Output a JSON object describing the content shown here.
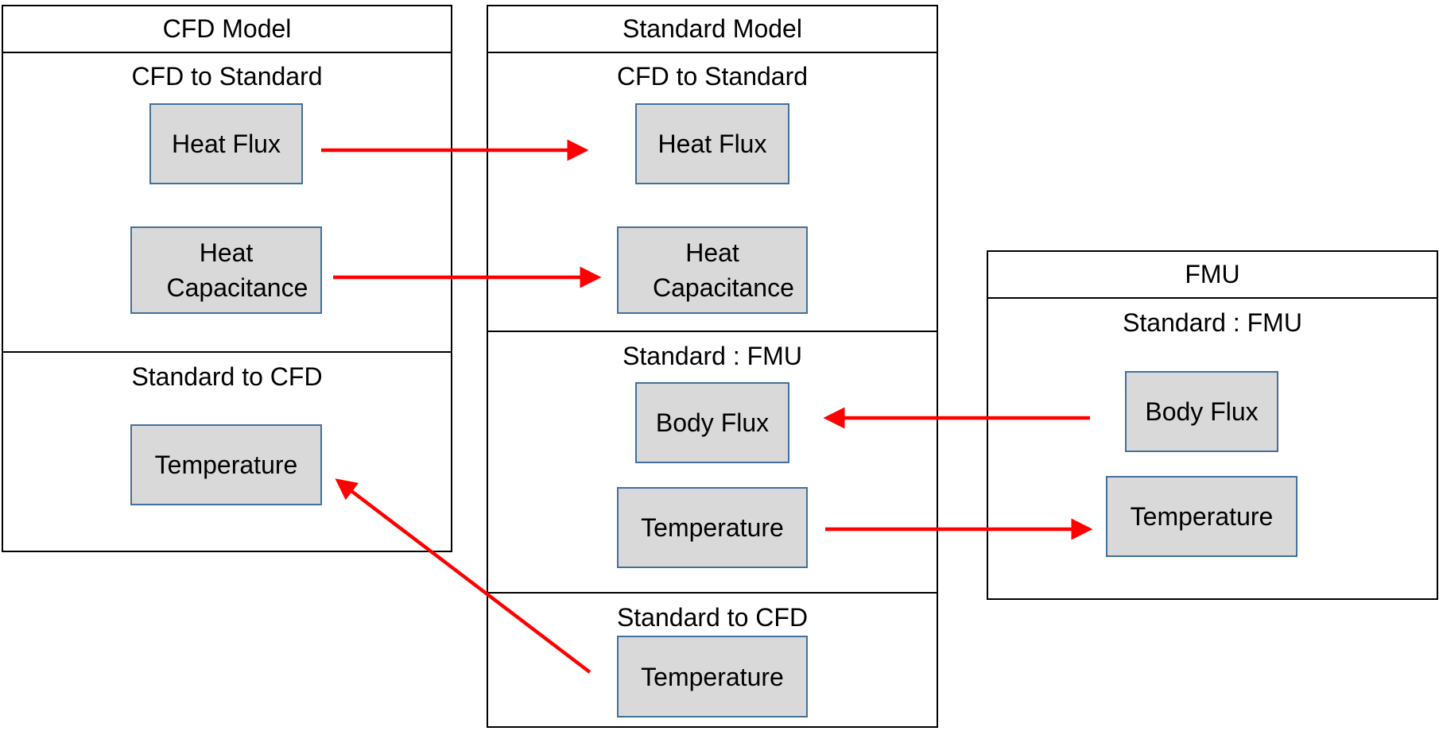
{
  "colors": {
    "arrow": "#ff0000",
    "node_fill": "#d9d9d9",
    "node_border": "#41719c",
    "panel_border": "#000000"
  },
  "panels": {
    "cfd": {
      "title": "CFD Model",
      "sections": [
        {
          "title": "CFD to Standard",
          "nodes": [
            "Heat Flux",
            "Heat Capacitance"
          ]
        },
        {
          "title": "Standard to CFD",
          "nodes": [
            "Temperature"
          ]
        }
      ]
    },
    "standard": {
      "title": "Standard Model",
      "sections": [
        {
          "title": "CFD to Standard",
          "nodes": [
            "Heat Flux",
            "Heat Capacitance"
          ]
        },
        {
          "title": "Standard : FMU",
          "nodes": [
            "Body Flux",
            "Temperature"
          ]
        },
        {
          "title": "Standard to CFD",
          "nodes": [
            "Temperature"
          ]
        }
      ]
    },
    "fmu": {
      "title": "FMU",
      "sections": [
        {
          "title": "Standard : FMU",
          "nodes": [
            "Body Flux",
            "Temperature"
          ]
        }
      ]
    }
  },
  "connections": [
    {
      "from": "CFD Model / Heat Flux",
      "to": "Standard Model / Heat Flux",
      "direction": "right"
    },
    {
      "from": "CFD Model / Heat Capacitance",
      "to": "Standard Model / Heat Capacitance",
      "direction": "right"
    },
    {
      "from": "FMU / Body Flux",
      "to": "Standard Model / Body Flux",
      "direction": "left"
    },
    {
      "from": "Standard Model / Temperature (Standard : FMU)",
      "to": "FMU / Temperature",
      "direction": "right"
    },
    {
      "from": "Standard Model / Temperature (Standard to CFD)",
      "to": "CFD Model / Temperature",
      "direction": "up-left"
    }
  ]
}
